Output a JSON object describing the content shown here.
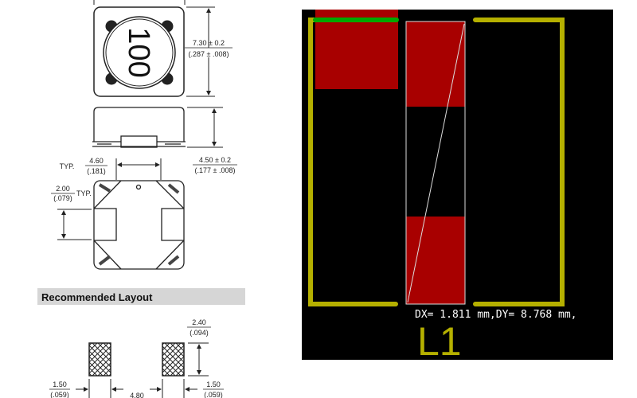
{
  "datasheet": {
    "marking": "100",
    "length_dim": {
      "mm": "7.30 ± 0.2",
      "in": "(.287 ± .008)"
    },
    "height_dim": {
      "mm": "4.50 ± 0.2",
      "in": "(.177 ± .008)"
    },
    "terminal_width_dim": {
      "prefix": "TYP.",
      "mm": "4.60",
      "in": "(.181)"
    },
    "terminal_length_dim": {
      "suffix": "TYP.",
      "mm": "2.00",
      "in": "(.079)"
    },
    "layout_title": "Recommended Layout",
    "pad_height_dim": {
      "mm": "2.40",
      "in": "(.094)"
    },
    "pad_width_left_dim": {
      "mm": "1.50",
      "in": "(.059)"
    },
    "pad_gap_dim": {
      "mm": "4.80"
    },
    "pad_width_right_dim": {
      "mm": "1.50",
      "in": "(.059)"
    }
  },
  "pcb_view": {
    "measure_readout": "DX= 1.811 mm,DY= 8.768 mm,",
    "reference": "L1",
    "colors": {
      "background": "#000000",
      "pad": "#a80000",
      "silkscreen": "#b5b000",
      "selection": "#00a800",
      "measure": "#ffffff"
    }
  }
}
